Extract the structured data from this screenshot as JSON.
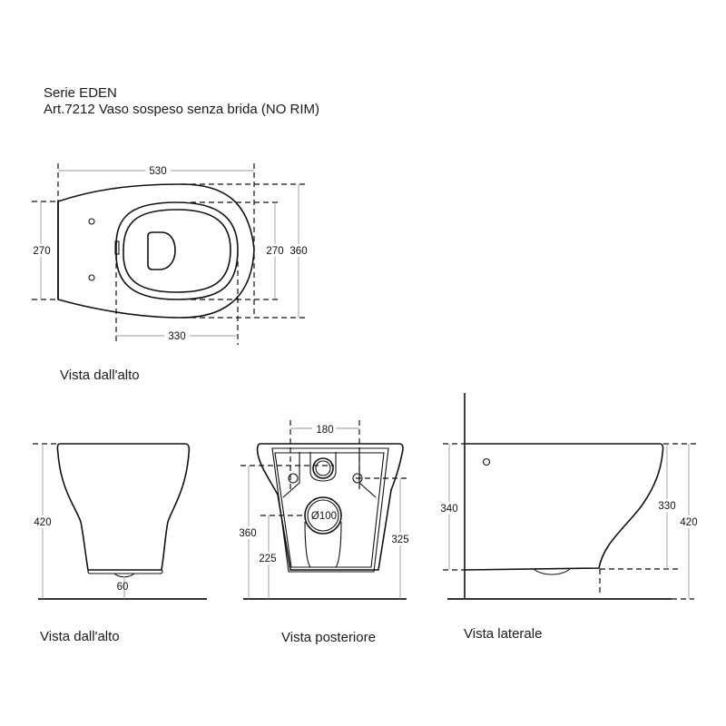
{
  "header": {
    "series": "Serie EDEN",
    "article": "Art.7212  Vaso sospeso senza brida (NO RIM)"
  },
  "views": {
    "top": {
      "caption": "Vista dall'alto",
      "dims": {
        "length": "530",
        "fixing_spacing": "270",
        "seat_width": "270",
        "overall_width": "360",
        "seat_length": "330"
      }
    },
    "front": {
      "caption": "Vista dall'alto",
      "dims": {
        "height": "420",
        "outlet_offset": "60"
      }
    },
    "back": {
      "caption": "Vista posteriore",
      "dims": {
        "bolt_spacing": "180",
        "inlet_height": "360",
        "outlet_height": "225",
        "outlet_diameter": "Ø100",
        "bolt_height": "325"
      }
    },
    "side": {
      "caption": "Vista laterale",
      "dims": {
        "top_to_bottom_wall": "340",
        "bowl_depth": "330",
        "overall_height": "420"
      }
    }
  },
  "colors": {
    "line": "#111111",
    "dimension": "#9a9a9a",
    "background": "#ffffff"
  }
}
